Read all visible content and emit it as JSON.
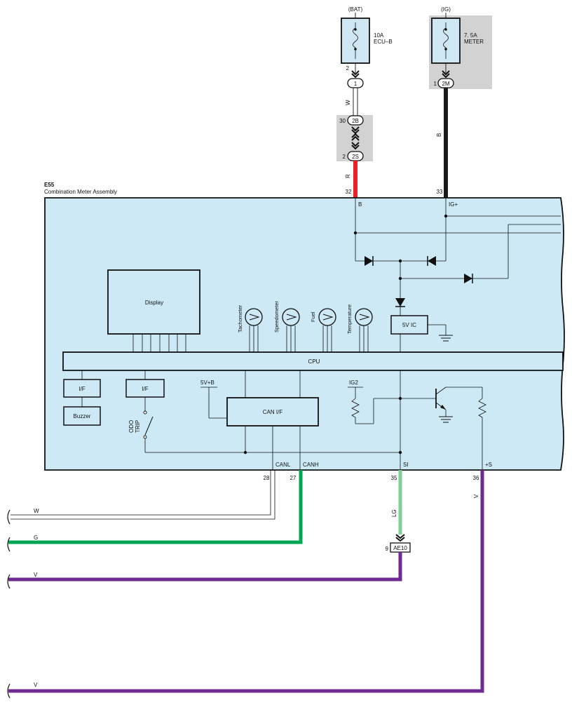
{
  "fuses": {
    "bat": {
      "source": "(BAT)",
      "rating": "10A",
      "name": "ECU–B",
      "pin_top": "2",
      "conn": "1"
    },
    "ig": {
      "source": "(IG)",
      "rating": "7. 5A",
      "name": "METER",
      "pin": "1",
      "conn": "2M"
    }
  },
  "junction": {
    "top_pin": "30",
    "top_conn": "2B",
    "bot_pin": "2",
    "bot_conn": "2S"
  },
  "assembly": {
    "code": "E55",
    "title": "Combination Meter Assembly"
  },
  "assembly_pins": {
    "b": {
      "num": "32",
      "label": "B"
    },
    "ig": {
      "num": "33",
      "label": "IG+"
    },
    "canl": {
      "num": "28",
      "label": "CANL"
    },
    "canh": {
      "num": "27",
      "label": "CANH"
    },
    "si": {
      "num": "35",
      "label": "SI"
    },
    "s": {
      "num": "36",
      "label": "+S"
    }
  },
  "blocks": {
    "display": "Display",
    "cpu": "CPU",
    "ic": "5V IC",
    "canif": "CAN I/F",
    "if1": "I/F",
    "if2": "I/F",
    "buzzer": "Buzzer",
    "v5b": "5V+B",
    "ig2": "IG2",
    "odo": "ODO",
    "trip": "TRIP"
  },
  "gauges": [
    "Tachometer",
    "Speedometer",
    "Fuel",
    "Temperature"
  ],
  "wire_colors": {
    "w_top": "W",
    "r_top": "R",
    "b_top": "B",
    "lg": "LG",
    "v_36": "V",
    "w_bot": "W",
    "g_bot": "G",
    "v1_bot": "V",
    "v2_bot": "V"
  },
  "connector_ae10": {
    "pin": "9",
    "name": "AE10"
  },
  "colors": {
    "body_fill": "#cde9f6",
    "fuse_fill": "#cfe6f3",
    "gray_box": "#d2d2d2",
    "red": "#e8202a",
    "black": "#1a1a1a",
    "green": "#00a651",
    "light_green": "#7fcf94",
    "purple": "#6f2b91"
  }
}
